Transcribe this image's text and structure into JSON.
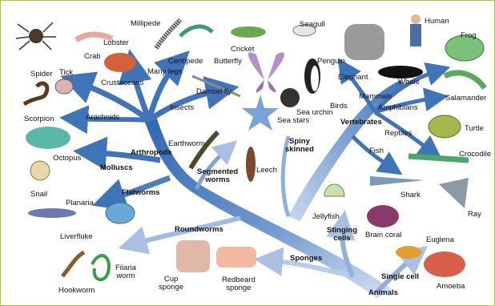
{
  "colors": {
    "frame": "#b9c23a",
    "trunk_dark": "#3f74b9",
    "trunk_light": "#cfdcee"
  },
  "groups": {
    "animals": "Animals",
    "single_cell": "Single cell",
    "stinging_cells": "Stinging\ncells",
    "sponges": "Sponges",
    "roundworms": "Roundworms",
    "flatworms": "Flatworms",
    "segmented_worms": "Segmented\nworms",
    "molluscs": "Molluscs",
    "arthropods": "Arthropods",
    "spiny_skinned": "Spiny\nskinned",
    "vertebrates": "Vertebrates",
    "arachnids": "Arachnids",
    "insects": "Insects",
    "crustaceans": "Crustaceans",
    "many_legs": "Many legs",
    "mammals": "Mammals",
    "birds": "Birds",
    "amphibians": "Amphibians",
    "reptiles": "Reptiles",
    "fish": "Fish"
  },
  "organisms": {
    "spider": "Spider",
    "tick": "Tick",
    "scorpion": "Scorpion",
    "crab": "Crab",
    "lobster": "Lobster",
    "millipede": "Millipede",
    "centipede": "Centipede",
    "cricket": "Cricket",
    "butterfly": "Butterfly",
    "damsel_fly": "Damsel fly",
    "seagull": "Seagull",
    "penguin": "Penguin",
    "elephant": "Elephant",
    "human": "Human",
    "whale": "Whale",
    "frog": "Frog",
    "salamander": "Salamander",
    "turtle": "Turtle",
    "crocodile": "Crocodile",
    "sea_stars": "Sea stars",
    "sea_urchin": "Sea urchin",
    "earthworm": "Earthworm",
    "leech": "Leech",
    "octopus": "Octopus",
    "snail": "Snail",
    "planaria": "Planaria",
    "liverfluke": "Liverfluke",
    "hookworm": "Hookworm",
    "filaria_worm": "Filaria\nworm",
    "cup_sponge": "Cup\nsponge",
    "redbeard_sponge": "Redbeard\nsponge",
    "jellyfish": "Jellyfish",
    "brain_coral": "Brain coral",
    "shark": "Shark",
    "ray": "Ray",
    "euglena": "Euglena",
    "amoeba": "Amoeba"
  }
}
